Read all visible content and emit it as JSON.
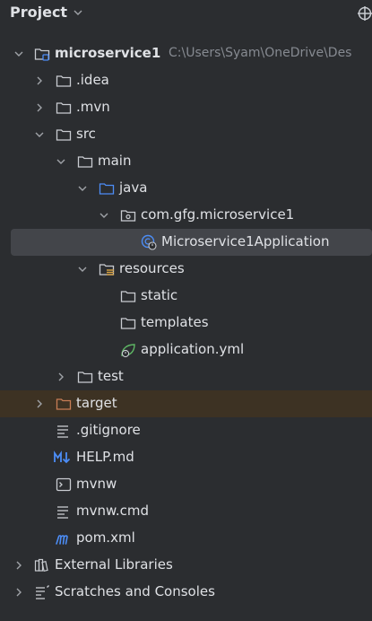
{
  "header": {
    "title": "Project"
  },
  "tree": {
    "root": {
      "label": "microservice1",
      "path": "C:\\Users\\Syam\\OneDrive\\Des"
    },
    "idea": ".idea",
    "mvn": ".mvn",
    "src": "src",
    "main": "main",
    "java": "java",
    "package": "com.gfg.microservice1",
    "app_class": "Microservice1Application",
    "resources": "resources",
    "static": "static",
    "templates": "templates",
    "app_yml": "application.yml",
    "test": "test",
    "target": "target",
    "gitignore": ".gitignore",
    "help": "HELP.md",
    "mvnw": "mvnw",
    "mvnw_cmd": "mvnw.cmd",
    "pom": "pom.xml",
    "ext_libs": "External Libraries",
    "scratches": "Scratches and Consoles"
  },
  "colors": {
    "background": "#2b2d30",
    "selection": "#43454a",
    "excluded_row": "#3d3223",
    "text": "#dfe1e5",
    "muted_path": "#868a91",
    "source_folder": "#4c8df6",
    "excluded_folder": "#c77d55",
    "spring_green": "#5fb865"
  }
}
